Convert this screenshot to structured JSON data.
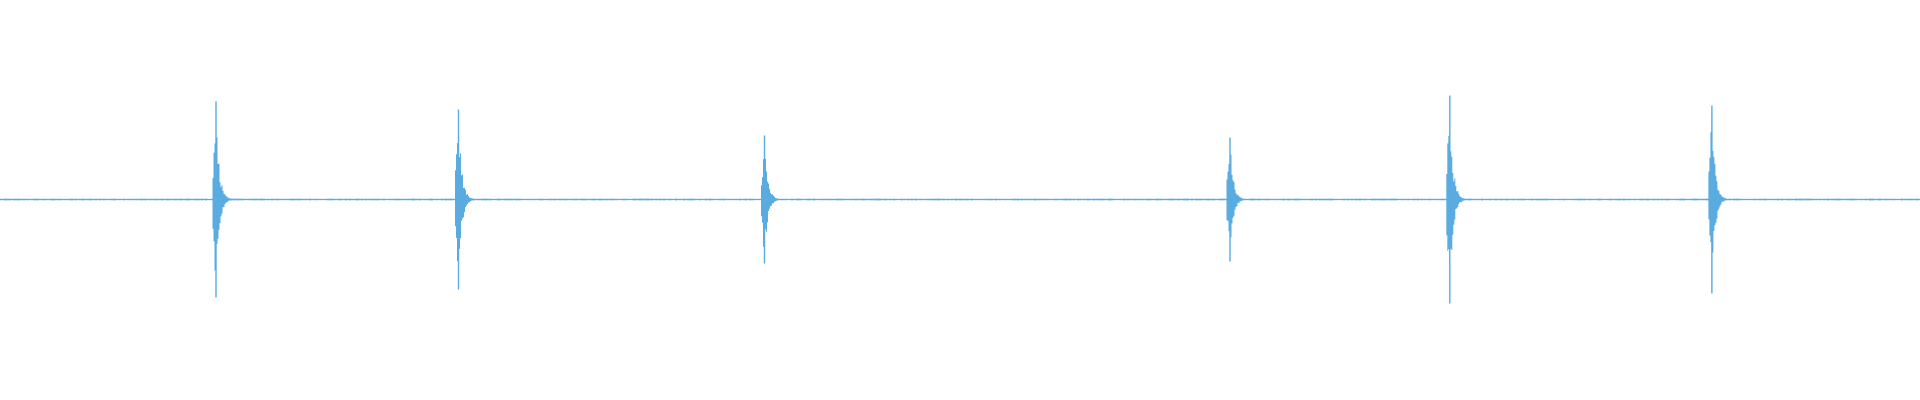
{
  "waveform": {
    "color": "#5aace0",
    "baseline_amplitude": 0.006,
    "transients": [
      {
        "time": 0.1125,
        "peak_up": 0.49,
        "peak_down": 0.49
      },
      {
        "time": 0.2388,
        "peak_up": 0.45,
        "peak_down": 0.45
      },
      {
        "time": 0.3982,
        "peak_up": 0.32,
        "peak_down": 0.32
      },
      {
        "time": 0.6406,
        "peak_up": 0.31,
        "peak_down": 0.31
      },
      {
        "time": 0.7551,
        "peak_up": 0.52,
        "peak_down": 0.52
      },
      {
        "time": 0.8916,
        "peak_up": 0.47,
        "peak_down": 0.47
      }
    ]
  }
}
